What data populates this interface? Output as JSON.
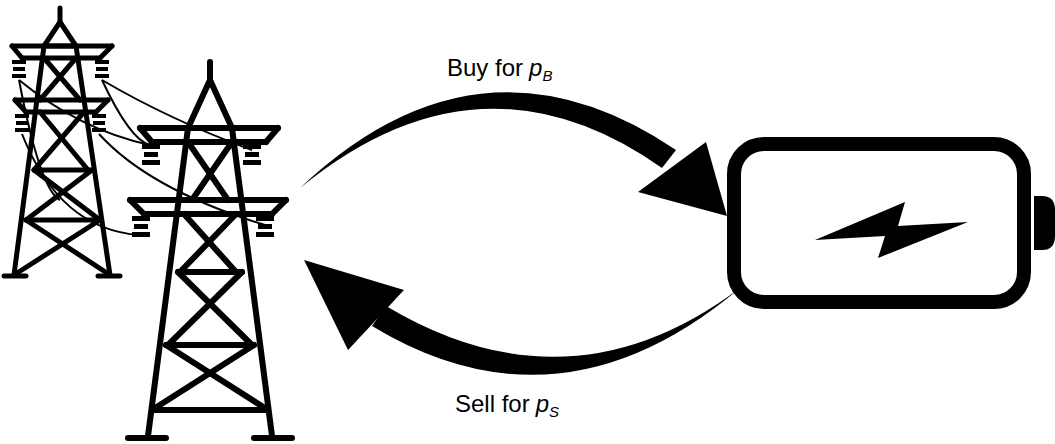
{
  "diagram": {
    "labels": [
      "Buy for",
      "p",
      "B",
      "Sell for",
      "p",
      "S"
    ]
  }
}
